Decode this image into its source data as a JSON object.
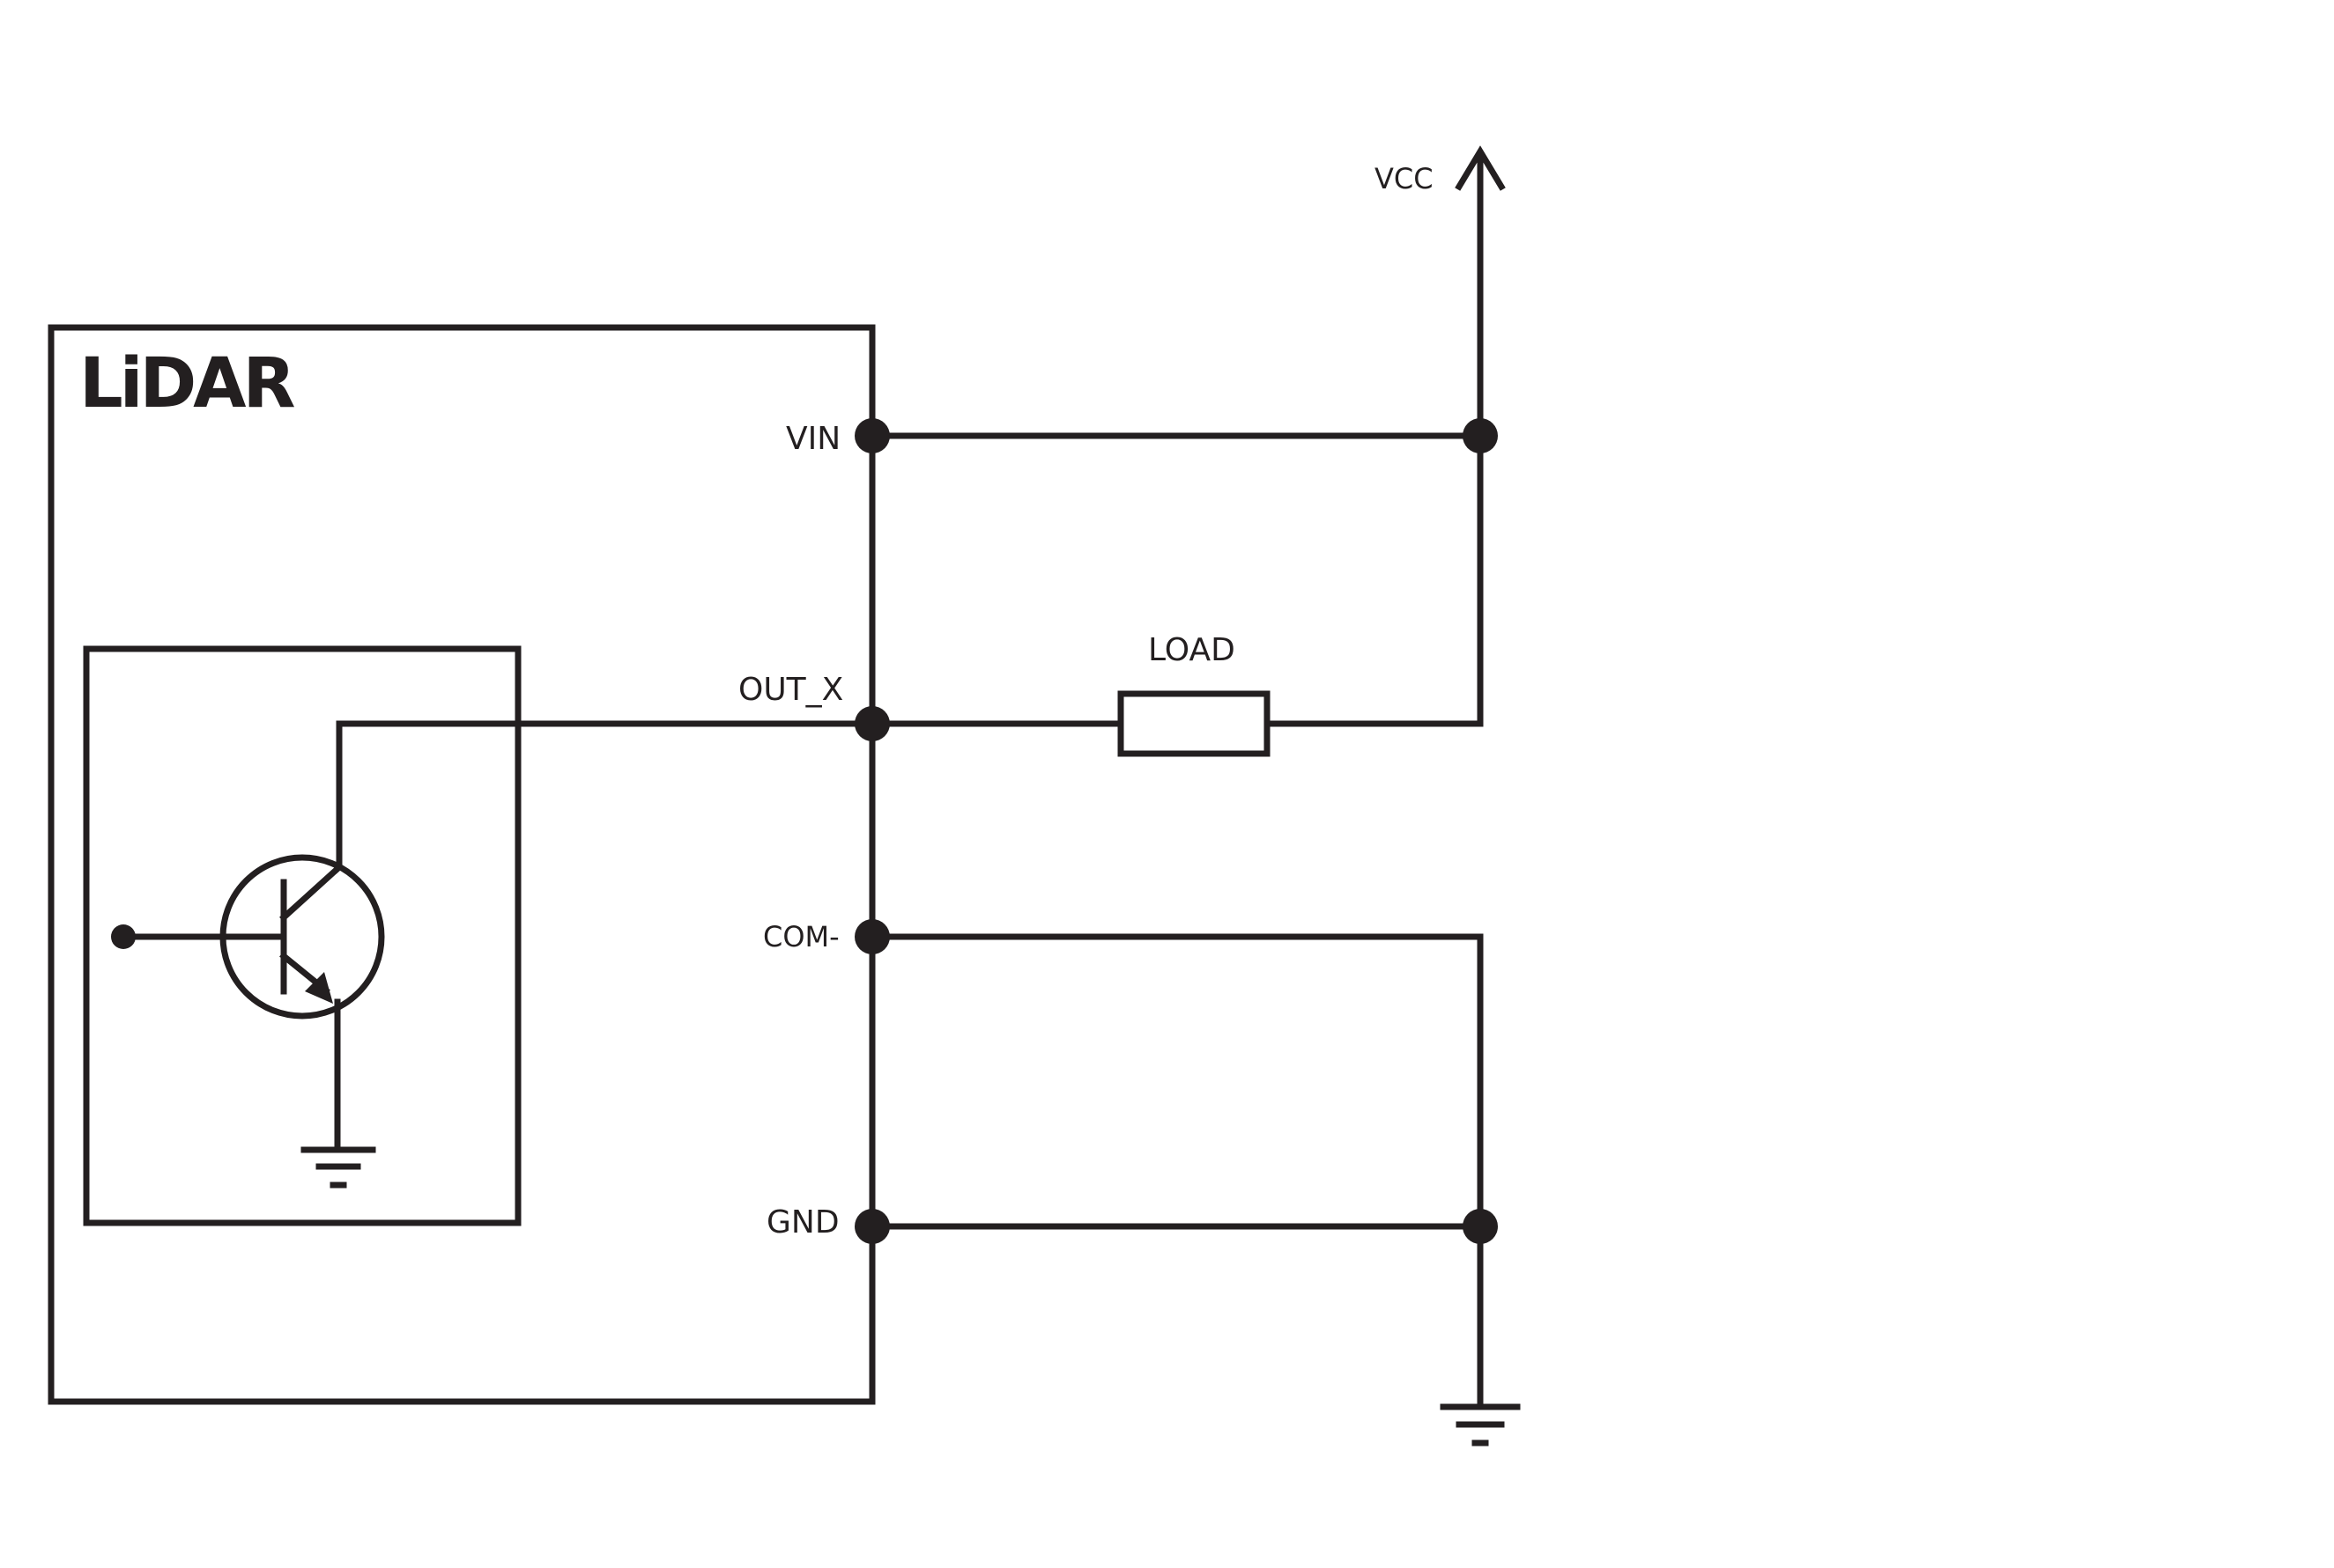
{
  "diagram": {
    "title": "LiDAR",
    "pins": {
      "vin": "VIN",
      "out_x": "OUT_X",
      "com": "COM-",
      "gnd": "GND"
    },
    "supply_label": "VCC",
    "load_label": "LOAD"
  },
  "colors": {
    "ink": "#231f20",
    "background": "#ffffff"
  }
}
